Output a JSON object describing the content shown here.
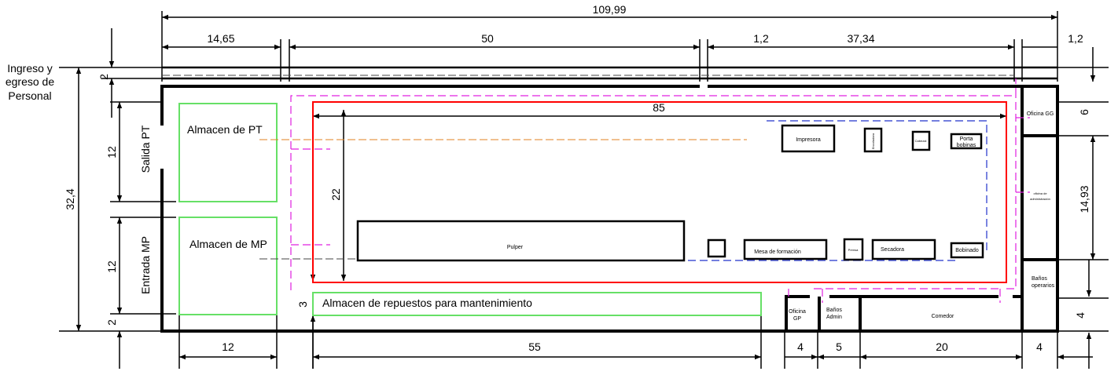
{
  "colors": {
    "walls": "#000000",
    "storage": "#66e066",
    "production_area": "#ff0000",
    "personnel_route": "#e020e0",
    "material_route": "#2233cc"
  },
  "dimensions": {
    "total_length": "109,99",
    "top_segments": [
      "14,65",
      "50",
      "1,2",
      "37,34",
      "1,2"
    ],
    "production_length": "85",
    "production_width": "22",
    "total_width": "32,4",
    "left_segments": [
      "2",
      "12",
      "12",
      "2"
    ],
    "right_segments": [
      "6",
      "14,93",
      "4"
    ],
    "bottom_segments": [
      "12",
      "55",
      "4",
      "5",
      "20",
      "4"
    ],
    "repuestos_width": "3"
  },
  "labels": {
    "ingreso": [
      "Ingreso y",
      "egreso de",
      "Personal"
    ],
    "salida_pt": "Salida PT",
    "entrada_mp": "Entrada MP",
    "almacen_pt": "Almacen de PT",
    "almacen_mp": "Almacen de MP",
    "almacen_repuestos": "Almacen de repuestos para mantenimiento",
    "pulper": "Pulper",
    "impresora": "Impresora",
    "encoladora": "Encoladora",
    "cabezal": "Cabezal",
    "porta_bobinas": [
      "Porta",
      "bobinas"
    ],
    "mesa_formacion": "Mesa de formación",
    "prensa": "Prensa",
    "secadora": "Secadora",
    "bobinado": "Bobinado",
    "oficina_gg": "Oficina GG",
    "oficina_admin": [
      "oficina de",
      "administración"
    ],
    "banos_operarios": [
      "Baños",
      "operarios"
    ],
    "oficina_gp": [
      "Oficina",
      "GP"
    ],
    "banos_admin": [
      "Baños",
      "Admin"
    ],
    "comedor": "Comedor"
  }
}
